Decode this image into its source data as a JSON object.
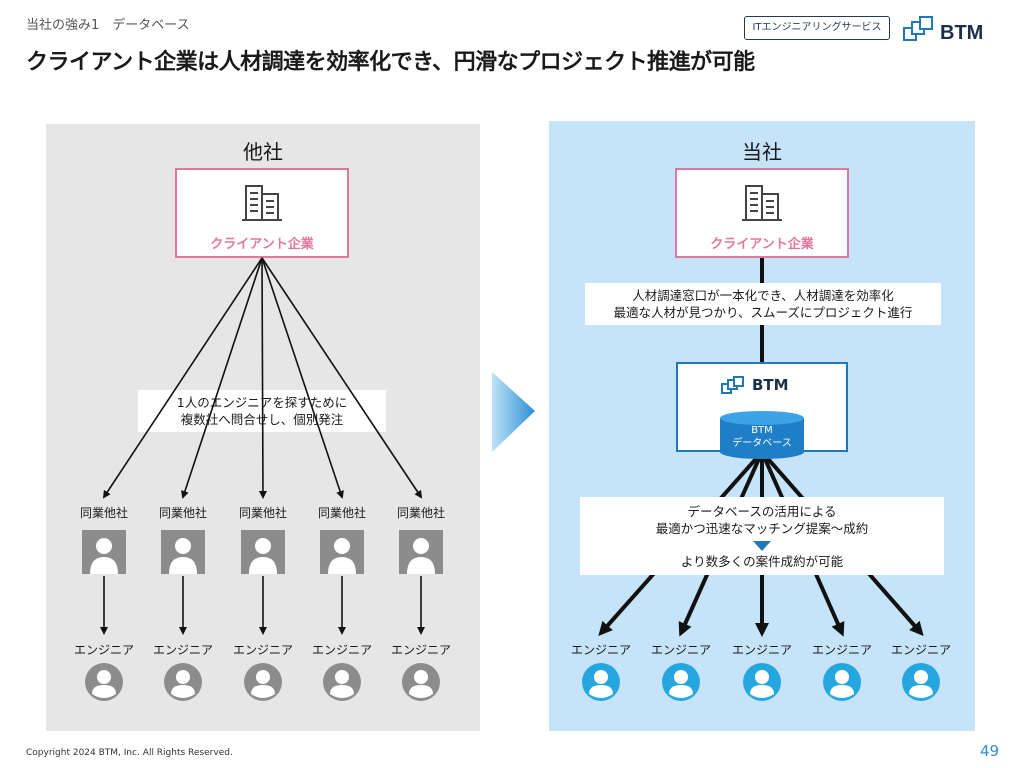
{
  "header": {
    "kicker": "当社の強み1　データベース",
    "title": "クライアント企業は人材調達を効率化でき、円滑なプロジェクト推進が可能",
    "badge": "ITエンジニアリングサービス",
    "logo_text": "BTM"
  },
  "left_panel": {
    "heading": "他社",
    "client_label": "クライアント企業",
    "note_lines": [
      "1人のエンジニアを探すために",
      "複数社へ問合せし、個別発注"
    ],
    "competitor_label": "同業他社",
    "engineer_label": "エンジニア",
    "count": 5
  },
  "right_panel": {
    "heading": "当社",
    "client_label": "クライアント企業",
    "note_lines": [
      "人材調達窓口が一本化でき、人材調達を効率化",
      "最適な人材が見つかり、スムーズにプロジェクト進行"
    ],
    "btm_label": "BTM",
    "db_lines": [
      "BTM",
      "データベース"
    ],
    "db_note_lines": [
      "データベースの活用による",
      "最適かつ迅速なマッチング提案～成約"
    ],
    "db_result": "より数多くの案件成約が可能",
    "engineer_label": "エンジニア",
    "count": 5
  },
  "footer": {
    "copyright": "Copyright 2024 BTM, Inc. All Rights Reserved.",
    "page_number": "49"
  },
  "colors": {
    "pink": "#e2779e",
    "blue": "#2078b8",
    "light_blue_panel": "#c5e4fa",
    "grey_panel": "#e6e6e6",
    "grey_icon": "#8c8c8c",
    "cyan_icon": "#26a6df"
  },
  "icons": [
    "building-icon",
    "person-photo-icon",
    "person-circle-icon",
    "btm-logo-icon",
    "database-icon",
    "chevron-right-icon",
    "triangle-down-icon"
  ]
}
